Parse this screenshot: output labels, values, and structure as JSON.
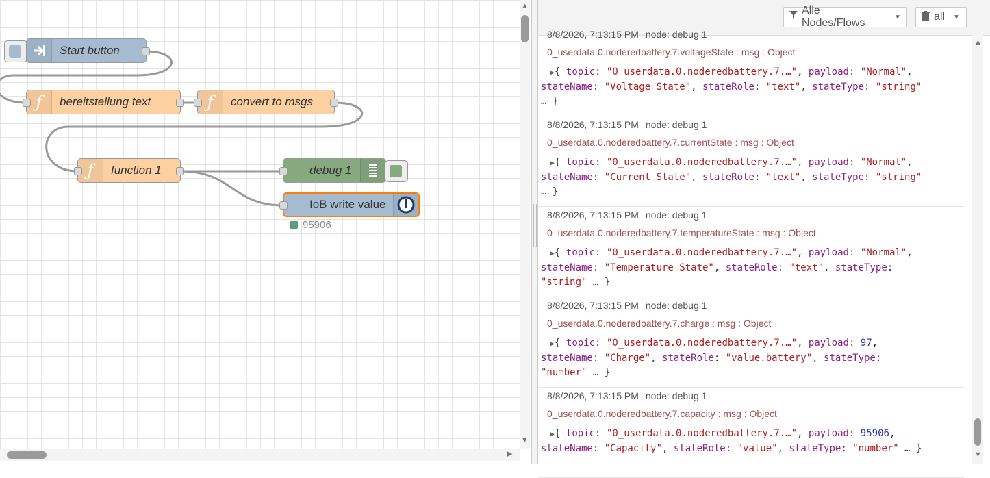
{
  "canvas": {
    "nodes": [
      {
        "id": "start",
        "label": "Start button",
        "type": "inject"
      },
      {
        "id": "bereit",
        "label": "bereitstellung text",
        "type": "function"
      },
      {
        "id": "convert",
        "label": "convert to msgs",
        "type": "function"
      },
      {
        "id": "fn1",
        "label": "function 1",
        "type": "function"
      },
      {
        "id": "debug1",
        "label": "debug 1",
        "type": "debug"
      },
      {
        "id": "iob",
        "label": "IoB write value",
        "type": "iobroker-out"
      }
    ],
    "iob_status": "95906",
    "colors": {
      "inject": "#a6bbcf",
      "function": "#fdd0a2",
      "debug": "#87a980",
      "iobroker": "#a6bbcf",
      "selected_border": "#ff7f0e",
      "status_dot": "#5a9f7a"
    }
  },
  "sidebar": {
    "filter_label": "Alle Nodes/Flows",
    "clear_label": "all",
    "messages": [
      {
        "meta_time": "8/8/2026, 7:13:15 PM",
        "meta_node": "node: debug 1",
        "topic": "0_userdata.0.noderedbattery.7.voltageState : msg : Object",
        "l1": [
          "{ ",
          "topic",
          ": ",
          "\"0_userdata.0.noderedbattery.7.…\"",
          ", ",
          "payload",
          ": ",
          "\"Normal\"",
          ","
        ],
        "l2": [
          "stateName",
          ": ",
          "\"Voltage State\"",
          ", ",
          "stateRole",
          ": ",
          "\"text\"",
          ", ",
          "stateType",
          ": ",
          "\"string\""
        ],
        "l3": "… }"
      },
      {
        "meta_time": "8/8/2026, 7:13:15 PM",
        "meta_node": "node: debug 1",
        "topic": "0_userdata.0.noderedbattery.7.currentState : msg : Object",
        "l1": [
          "{ ",
          "topic",
          ": ",
          "\"0_userdata.0.noderedbattery.7.…\"",
          ", ",
          "payload",
          ": ",
          "\"Normal\"",
          ","
        ],
        "l2": [
          "stateName",
          ": ",
          "\"Current State\"",
          ", ",
          "stateRole",
          ": ",
          "\"text\"",
          ", ",
          "stateType",
          ": ",
          "\"string\""
        ],
        "l3": "… }"
      },
      {
        "meta_time": "8/8/2026, 7:13:15 PM",
        "meta_node": "node: debug 1",
        "topic": "0_userdata.0.noderedbattery.7.temperatureState : msg : Object",
        "l1": [
          "{ ",
          "topic",
          ": ",
          "\"0_userdata.0.noderedbattery.7.…\"",
          ", ",
          "payload",
          ": ",
          "\"Normal\"",
          ","
        ],
        "l2": [
          "stateName",
          ": ",
          "\"Temperature State\"",
          ", ",
          "stateRole",
          ": ",
          "\"text\"",
          ", ",
          "stateType",
          ":"
        ],
        "l3": "\"string\" … }"
      },
      {
        "meta_time": "8/8/2026, 7:13:15 PM",
        "meta_node": "node: debug 1",
        "topic": "0_userdata.0.noderedbattery.7.charge : msg : Object",
        "l1": [
          "{ ",
          "topic",
          ": ",
          "\"0_userdata.0.noderedbattery.7.…\"",
          ", ",
          "payload",
          ": ",
          "97",
          ","
        ],
        "l2": [
          "stateName",
          ": ",
          "\"Charge\"",
          ", ",
          "stateRole",
          ": ",
          "\"value.battery\"",
          ", ",
          "stateType",
          ":"
        ],
        "l3": "\"number\" … }"
      },
      {
        "meta_time": "8/8/2026, 7:13:15 PM",
        "meta_node": "node: debug 1",
        "topic": "0_userdata.0.noderedbattery.7.capacity : msg : Object",
        "l1": [
          "{ ",
          "topic",
          ": ",
          "\"0_userdata.0.noderedbattery.7.…\"",
          ", ",
          "payload",
          ": ",
          "95906",
          ","
        ],
        "l2": [
          "stateName",
          ": ",
          "\"Capacity\"",
          ", ",
          "stateRole",
          ": ",
          "\"value\"",
          ", ",
          "stateType",
          ": ",
          "\"number\"",
          " … }"
        ],
        "l3": ""
      }
    ]
  }
}
